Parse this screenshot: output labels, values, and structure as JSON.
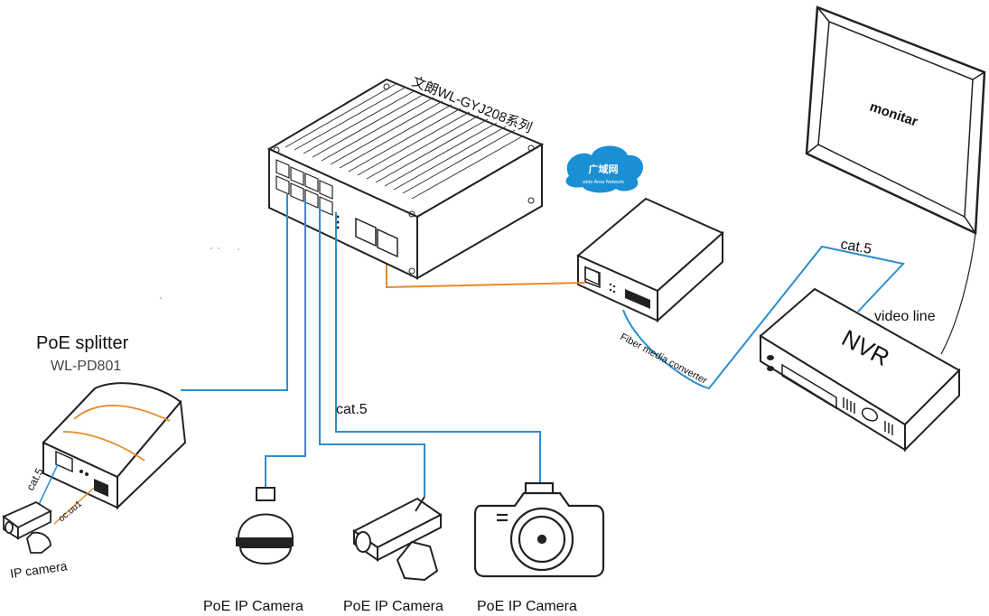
{
  "switch": {
    "title": "文朗WL-GYJ208系列"
  },
  "cloud": {
    "title": "广域网",
    "subtitle": "wide Area Network"
  },
  "monitor": {
    "label": "monitar"
  },
  "nvr": {
    "label": "NVR"
  },
  "converter": {
    "label": "Fiber media converter"
  },
  "splitter": {
    "title": "PoE splitter",
    "model": "WL-PD801"
  },
  "labels": {
    "cat5_top": "cat.5",
    "cat5_mid": "cat.5",
    "cat5_splitter": "cat.5",
    "video_line": "video line",
    "splitter_out": "oc.uu1",
    "ip_camera": "IP camera"
  },
  "cameras": [
    {
      "label": "PoE IP Camera"
    },
    {
      "label": "PoE IP Camera"
    },
    {
      "label": "PoE IP Camera"
    }
  ],
  "colors": {
    "cat5_cable": "#2a8fd0",
    "power_cable": "#e8892e",
    "outline": "#222222"
  }
}
